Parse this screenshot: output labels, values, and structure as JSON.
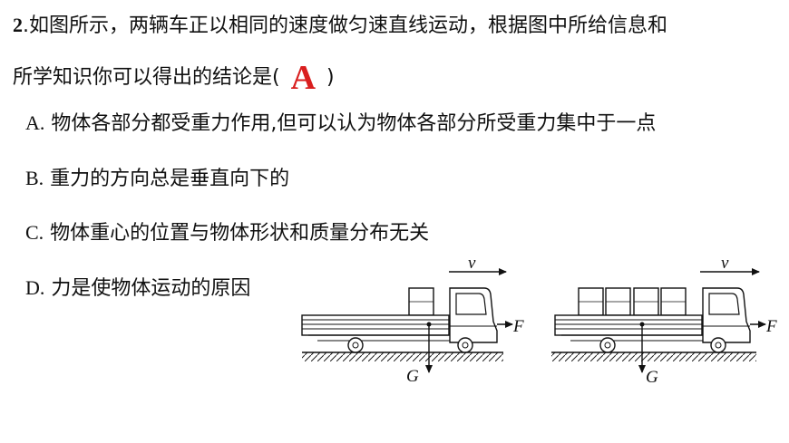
{
  "question": {
    "number": "2",
    "text_line1": ".如图所示，两辆车正以相同的速度做匀速直线运动，根据图中所给信息和",
    "text_line2": "所学知识你可以得出的结论是(",
    "answer": "A",
    "close_paren": ")"
  },
  "options": [
    {
      "letter": "A.",
      "text": " 物体各部分都受重力作用,但可以认为物体各部分所受重力集中于一点"
    },
    {
      "letter": "B.",
      "text": " 重力的方向总是垂直向下的"
    },
    {
      "letter": "C.",
      "text": " 物体重心的位置与物体形状和质量分布无关"
    },
    {
      "letter": "D.",
      "text": " 力是使物体运动的原因"
    }
  ],
  "figure": {
    "velocity_label": "v",
    "force_label": "F",
    "gravity_label": "G"
  },
  "colors": {
    "answer": "#d91e1e",
    "text": "#111111"
  }
}
